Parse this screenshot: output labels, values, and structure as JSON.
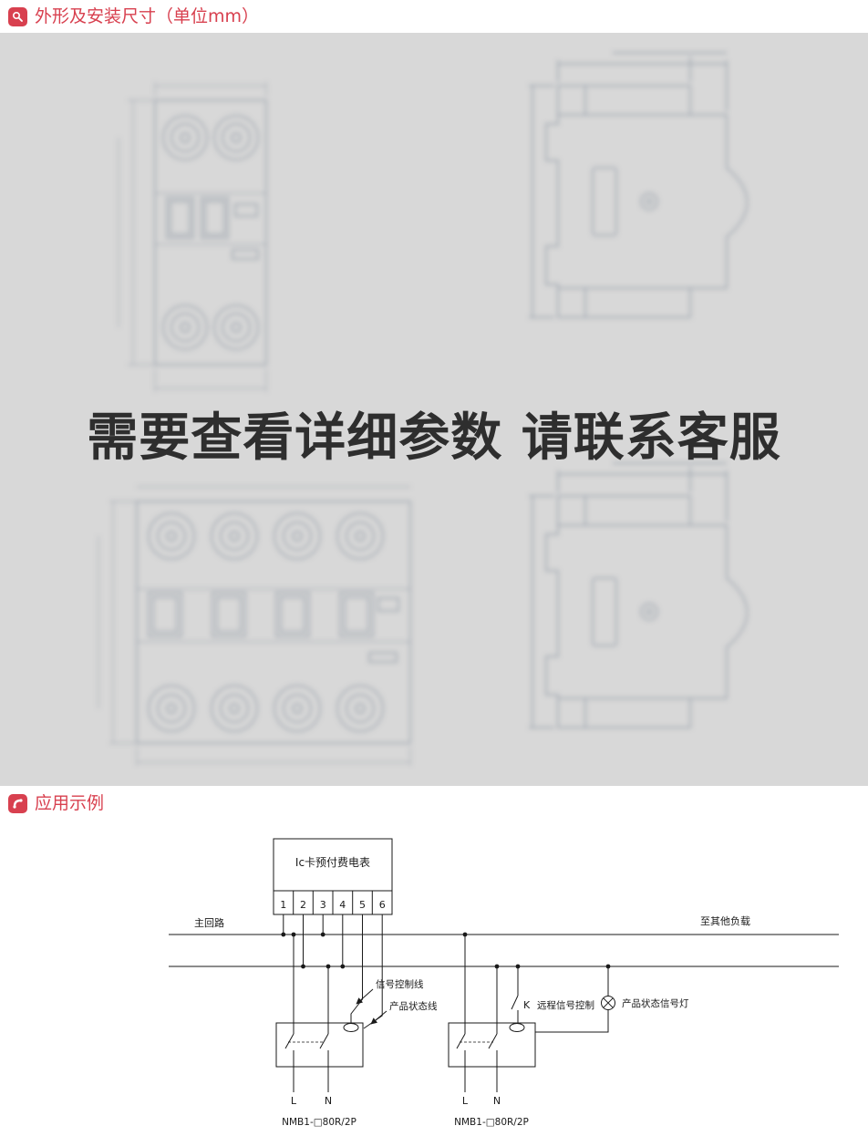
{
  "section_dimensions": {
    "icon": "magnifier-icon",
    "title": "外形及安装尺寸（单位mm）",
    "overlay_text": "需要查看详细参数 请联系客服"
  },
  "section_application": {
    "icon": "phone-icon",
    "title": "应用示例"
  },
  "wiring": {
    "meter_label": "Ic卡预付费电表",
    "terminals": [
      "1",
      "2",
      "3",
      "4",
      "5",
      "6"
    ],
    "main_circuit": "主回路",
    "other_loads": "至其他负载",
    "signal_control": "信号控制线",
    "product_status": "产品状态线",
    "remote_k": "K",
    "remote_control": "远程信号控制",
    "status_lamp": "产品状态信号灯",
    "phase_l": "L",
    "phase_n": "N",
    "models": [
      "NMB1-□80R/2P",
      "NMB1-□80R/2P"
    ]
  },
  "colors": {
    "accent": "#d8404f",
    "gray_bg": "#d8d8d8",
    "wire": "#1a1a1a",
    "drawing_stroke": "#99a1ab",
    "overlay_ink": "#2e2e2e"
  }
}
